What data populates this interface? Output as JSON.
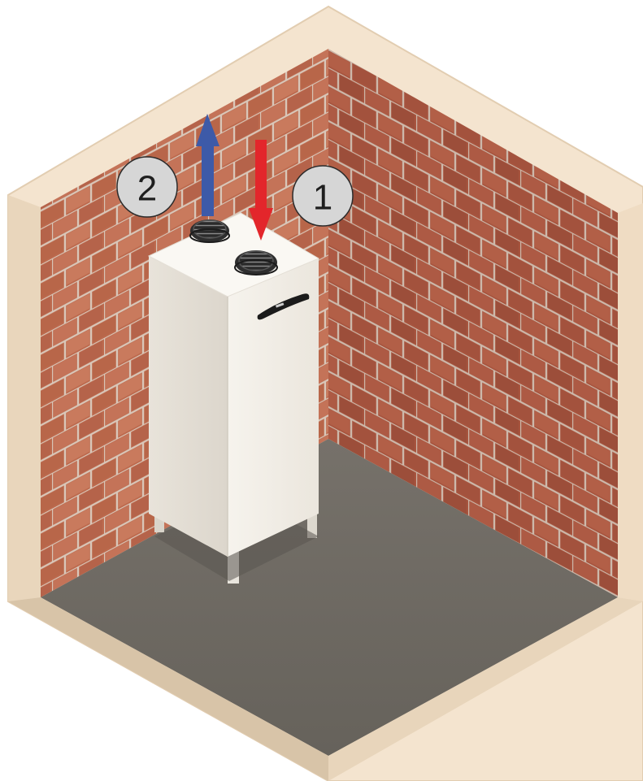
{
  "callouts": [
    {
      "id": "1",
      "label": "1",
      "arrow_direction": "down",
      "arrow_color": "#e3262b"
    },
    {
      "id": "2",
      "label": "2",
      "arrow_direction": "up",
      "arrow_color": "#3d5aa8"
    }
  ],
  "colors": {
    "wall_cap": "#f4e4cf",
    "wall_edge": "#e2cdb1",
    "brick_left": "#bd6a4e",
    "brick_right": "#a8553f",
    "mortar": "#d9c7b9",
    "floor": "#6e6a62",
    "floor_edge": "#57544e",
    "unit_front": "#f2efe8",
    "unit_side": "#e3ded5",
    "unit_top": "#faf8f3",
    "callout_fill": "#d6d6d6",
    "callout_stroke": "#2b2b2b"
  },
  "icons": {
    "duct_extract": "duct-port-icon",
    "duct_supply": "duct-port-icon",
    "display": "control-display-icon"
  }
}
